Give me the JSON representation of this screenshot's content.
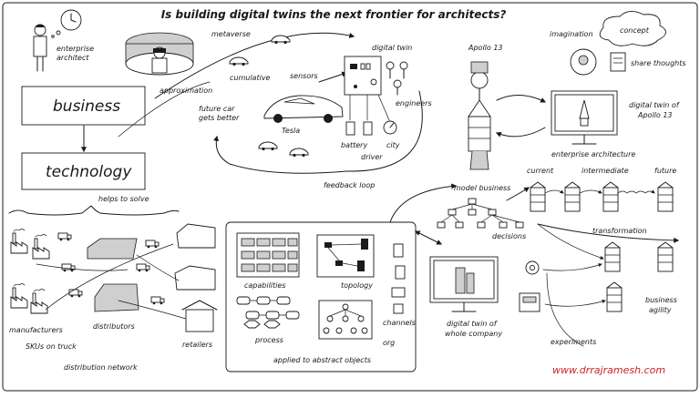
{
  "title": "Is building digital twins the next frontier for architects?",
  "url": "www.drrajramesh.com",
  "colors": {
    "ink": "#1a1a1a",
    "accent": "#cc2222",
    "background": "#ffffff"
  },
  "labels": {
    "enterprise_architect": [
      "enterprise",
      "architect"
    ],
    "metaverse": "metaverse",
    "approximation": "approximation",
    "cumulative": "cumulative",
    "future_car": [
      "future car",
      "gets better"
    ],
    "sensors": "sensors",
    "tesla": "Tesla",
    "digital_twin": "digital twin",
    "engineers": "engineers",
    "battery": "battery",
    "city": "city",
    "driver": "driver",
    "feedback_loop": "feedback loop",
    "apollo": "Apollo 13",
    "imagination": "imagination",
    "concept": "concept",
    "share_thoughts": "share thoughts",
    "digital_twin_apollo": [
      "digital twin of",
      "Apollo 13"
    ],
    "enterprise_architecture": "enterprise architecture",
    "business": "business",
    "technology": "technology",
    "helps_to_solve": "helps to solve",
    "manufacturers": "manufacturers",
    "distributors": "distributors",
    "skus": "SKUs on truck",
    "retailers": "retailers",
    "distribution_network": "distribution network",
    "capabilities": "capabilities",
    "topology": "topology",
    "channels": "channels",
    "process": "process",
    "org": "org",
    "applied": "applied to abstract objects",
    "model_business": "model business",
    "decisions": "decisions",
    "digital_twin_company": [
      "digital twin of",
      "whole company"
    ],
    "current": "current",
    "intermediate": "intermediate",
    "future": "future",
    "transformation": "transformation",
    "business_agility": [
      "business",
      "agility"
    ],
    "experiments": "experiments"
  }
}
